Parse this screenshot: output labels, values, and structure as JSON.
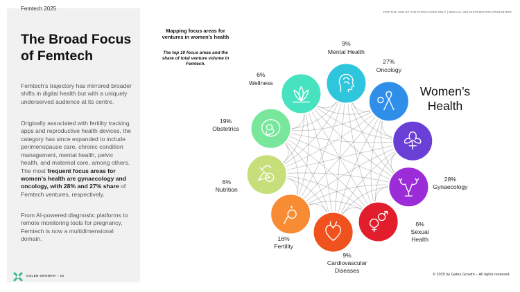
{
  "sidebar": {
    "kicker": "Femtech 2025",
    "title_line1": "The Broad Focus",
    "title_line2": "of Femtech",
    "para1": "Femtech’s trajectory has mirrored broader shifts in digital health but with a uniquely underserved audience at its centre.",
    "para2_normal": "Originally associated with fertility tracking apps and reproductive health devices, the category has since expanded to include perimenopause care, chronic condition management, mental health, pelvic health, and maternal care, among others. The most ",
    "para2_bold": "frequent focus areas for women’s health are gynaecology and oncology, with 28% and 27% share",
    "para2_end": " of Femtech ventures, respectively.",
    "para3": "From AI-powered diagnostic platforms to remote monitoring tools for pregnancy, Femtech is now a multidimensional domain."
  },
  "footer": {
    "brand": "GALEN GROWTH – 16",
    "copyright": "© 2025 by Galen Growth – All rights reserved."
  },
  "top_note": "FOR THE USE OF THE PURCHASER ONLY | RESALE AND DISTRIBUTION PROHIBITED",
  "diagram": {
    "title": "Mapping focus areas for ventures in women’s health",
    "subtitle": "The top 10 focus areas and the share of total venture volume in Femtech.",
    "center_title_line1": "Women’s",
    "center_title_line2": "Health",
    "center_color": "#6a3fd6"
  },
  "chart_data": {
    "type": "network",
    "center": "Women’s Health",
    "nodes": [
      {
        "name": "Mental Health",
        "share": 9,
        "color": "#2ec6dc",
        "icon": "brain-head-icon"
      },
      {
        "name": "Oncology",
        "share": 27,
        "color": "#2f8fe8",
        "icon": "cancer-ribbon-icon"
      },
      {
        "name": "Gynaecology",
        "share": 28,
        "color": "#9c2bd8",
        "icon": "uterus-icon"
      },
      {
        "name": "Sexual Health",
        "share": 6,
        "color": "#e21d2c",
        "icon": "gender-symbols-icon"
      },
      {
        "name": "Cardiovascular Diseases",
        "share": 9,
        "color": "#f0521e",
        "icon": "heart-icon"
      },
      {
        "name": "Fertility",
        "share": 16,
        "color": "#f88c34",
        "icon": "sperm-egg-icon"
      },
      {
        "name": "Nutrition",
        "share": 6,
        "color": "#c6df7a",
        "icon": "nutrition-icon"
      },
      {
        "name": "Obstetrics",
        "share": 19,
        "color": "#78e79c",
        "icon": "fetus-icon"
      },
      {
        "name": "Wellness",
        "share": 6,
        "color": "#47e2c0",
        "icon": "lotus-icon"
      }
    ]
  }
}
